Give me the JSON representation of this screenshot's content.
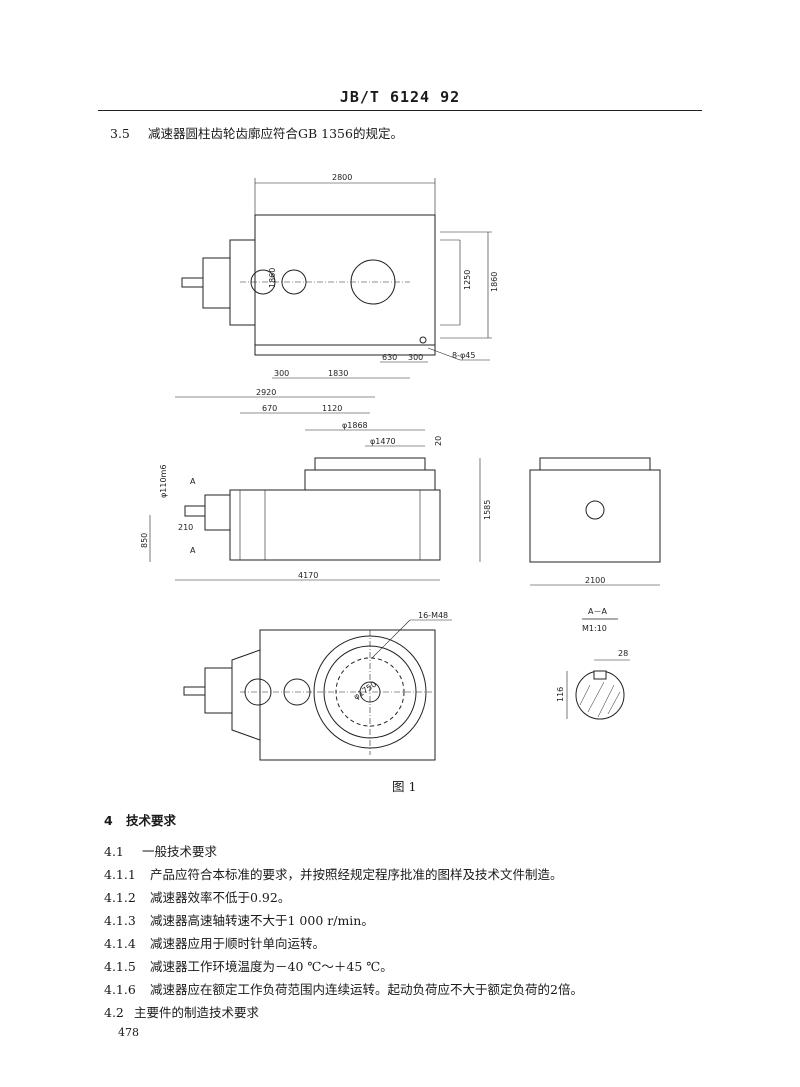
{
  "header": "JB/T 6124  92",
  "intro": {
    "num": "3.5",
    "text": "减速器圆柱齿轮齿廓应符合GB 1356的规定。"
  },
  "drawing": {
    "top_view": {
      "d2800": "2800",
      "d1860a": "1860",
      "d1250": "1250",
      "d1860b": "1860",
      "d630": "630",
      "d300a": "300",
      "d8phi45": "8-φ45",
      "d300b": "300",
      "d1830": "1830"
    },
    "front_view": {
      "d2920": "2920",
      "d670": "670",
      "d1120": "1120",
      "d1868": "φ1868",
      "d1470": "φ1470",
      "d20": "20",
      "d1585": "1585",
      "dshaft": "φ110m6",
      "d210": "210",
      "d850": "850",
      "d4170": "4170",
      "secA1": "A",
      "secA2": "A"
    },
    "side_view": {
      "d2100": "2100"
    },
    "plan_view": {
      "d16m48": "16-M48",
      "d1750": "φ1750"
    },
    "section": {
      "title": "A－A",
      "scale": "M1:10",
      "d28": "28",
      "d116": "116"
    }
  },
  "figure_caption": "图 1",
  "section4": {
    "heading_num": "4",
    "heading": "技术要求",
    "items": [
      {
        "num": "4.1",
        "text": "一般技术要求"
      },
      {
        "num": "4.1.1",
        "text": "产品应符合本标准的要求，并按照经规定程序批准的图样及技术文件制造。"
      },
      {
        "num": "4.1.2",
        "text": "减速器效率不低于0.92。"
      },
      {
        "num": "4.1.3",
        "text": "减速器高速轴转速不大于1 000 r/min。"
      },
      {
        "num": "4.1.4",
        "text": "减速器应用于顺时针单向运转。"
      },
      {
        "num": "4.1.5",
        "text": "减速器工作环境温度为－40 ℃～＋45 ℃。"
      },
      {
        "num": "4.1.6",
        "text": "减速器应在额定工作负荷范围内连续运转。起动负荷应不大于额定负荷的2倍。"
      },
      {
        "num": "4.2",
        "text": "主要件的制造技术要求"
      }
    ]
  },
  "page_number": "478"
}
